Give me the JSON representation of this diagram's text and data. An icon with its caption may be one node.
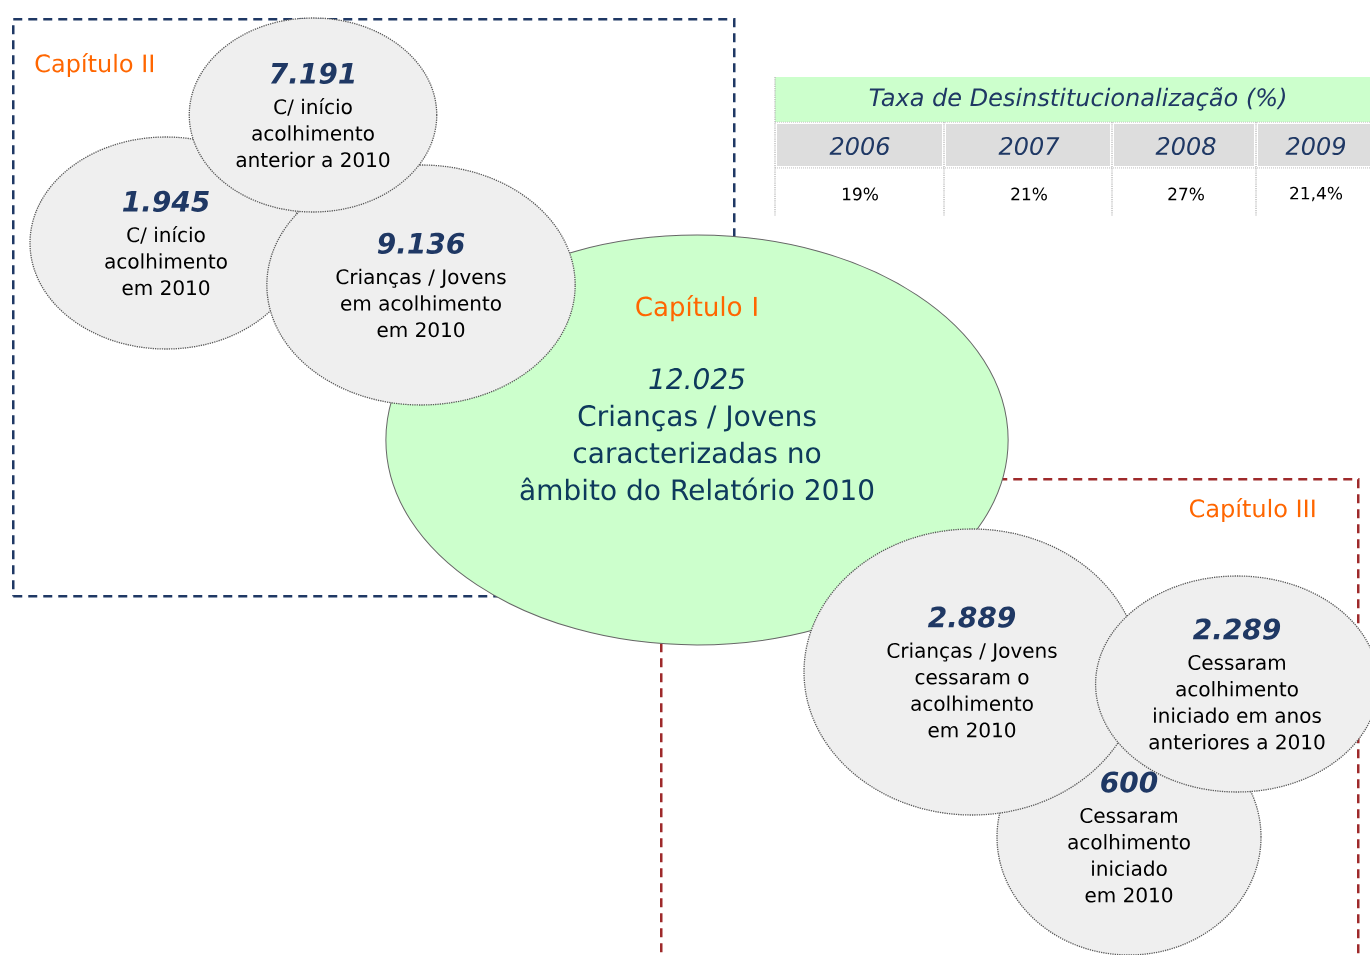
{
  "diagram": {
    "nodes": [
      {
        "text": [
          "Capítulo II"
        ]
      },
      {
        "text": [
          "7.191",
          "C/ início acolhimento anterior a 2010"
        ],
        "in": 0
      },
      {
        "text": [
          "1.945",
          "C/ início acolhimento em 2010"
        ],
        "in": 0
      },
      {
        "text": [
          "9.136",
          "Crianças / Jovens em acolhimento em 2010"
        ],
        "in": 0
      },
      {
        "text": [
          "Capítulo I",
          "12.025",
          "Crianças / Jovens caracterizadas no âmbito do Relatório 2010"
        ]
      },
      {
        "text": [
          "Capítulo III"
        ]
      },
      {
        "text": [
          "2.889",
          "Crianças / Jovens cessaram o acolhimento em 2010"
        ],
        "in": 5
      },
      {
        "text": [
          "2.289",
          "Cessaram acolhimento iniciado em anos anteriores a 2010"
        ],
        "in": 5
      },
      {
        "text": [
          "600",
          "Cessaram acolhimento iniciado em 2010"
        ],
        "in": 5
      }
    ],
    "labels": [
      "Taxa de Desinstitucionalização (%)",
      "2006",
      "2007",
      "2008",
      "2009",
      "19%",
      "21%",
      "27%",
      "21,4%"
    ]
  }
}
